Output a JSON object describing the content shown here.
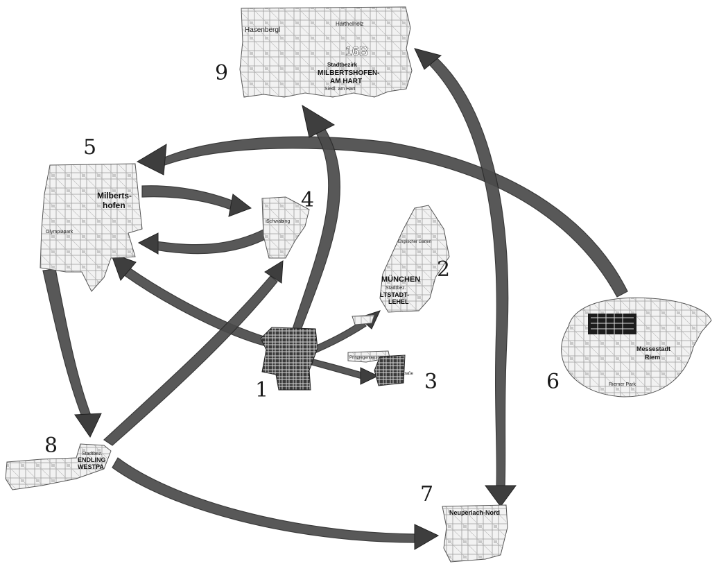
{
  "diagram": {
    "nodes": [
      {
        "id": "1",
        "label": "1",
        "map_texts": []
      },
      {
        "id": "2",
        "label": "2",
        "map_texts": [
          "Englischer Garten",
          "MÜNCHEN",
          "Stadtbez.",
          "LTSTADT-",
          "LEHEL"
        ]
      },
      {
        "id": "3",
        "label": "3",
        "map_texts": [
          "Prinzregentenstr.",
          "Straße"
        ]
      },
      {
        "id": "4",
        "label": "4",
        "map_texts": [
          "Schwabing"
        ]
      },
      {
        "id": "5",
        "label": "5",
        "map_texts": [
          "Milberts-",
          "hofen",
          "Olympiapark"
        ]
      },
      {
        "id": "6",
        "label": "6",
        "map_texts": [
          "Messestadt",
          "Riem",
          "Riemer Park"
        ]
      },
      {
        "id": "7",
        "label": "7",
        "map_texts": [
          "Neuperlach-Nord"
        ]
      },
      {
        "id": "8",
        "label": "8",
        "map_texts": [
          "Stadtbez.",
          "ENDLING",
          "WESTPA"
        ]
      },
      {
        "id": "9",
        "label": "9",
        "map_texts": [
          "Hasenbergl",
          "Harthelholz",
          "16B",
          "Stadtbezirk",
          "MILBERTSHOFEN-",
          "AM HART",
          "Siedl. am Hart"
        ]
      }
    ],
    "edges": [
      {
        "from": "6",
        "to": "5"
      },
      {
        "from": "5",
        "to": "4"
      },
      {
        "from": "4",
        "to": "5"
      },
      {
        "from": "1",
        "to": "5"
      },
      {
        "from": "1",
        "to": "9"
      },
      {
        "from": "1",
        "to": "2"
      },
      {
        "from": "1",
        "to": "3"
      },
      {
        "from": "5",
        "to": "8"
      },
      {
        "from": "8",
        "to": "4"
      },
      {
        "from": "8",
        "to": "7"
      },
      {
        "from": "7",
        "to": "9"
      },
      {
        "from": "9",
        "to": "7"
      }
    ]
  }
}
